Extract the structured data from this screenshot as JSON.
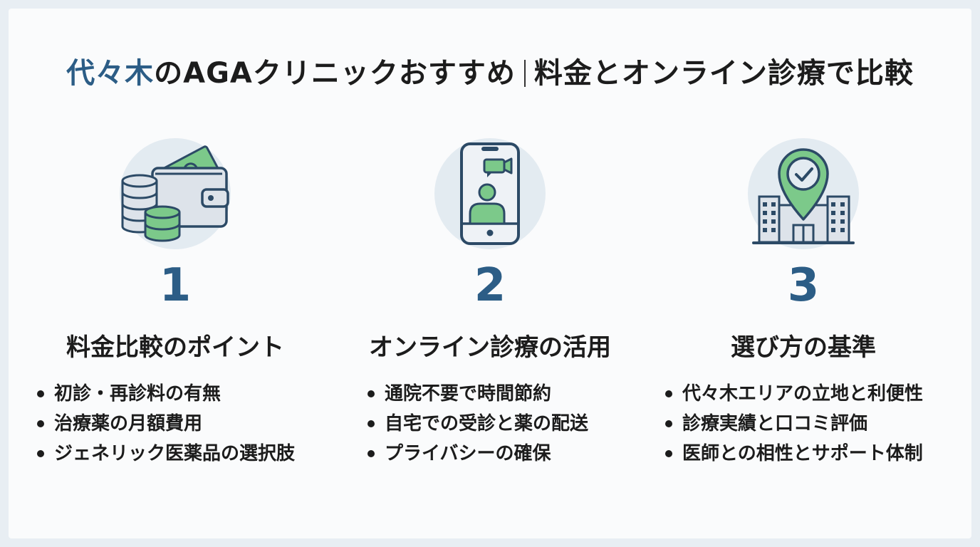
{
  "title": {
    "highlight": "代々木",
    "part1": "のAGAクリニックおすすめ",
    "part2": "料金とオンライン診療で比較"
  },
  "colors": {
    "accent_blue": "#2c5d86",
    "accent_green": "#7cc98a",
    "icon_bg": "#e3ebf1"
  },
  "sections": [
    {
      "number": "1",
      "heading": "料金比較のポイント",
      "icon": "wallet-coins-icon",
      "items": [
        "初診・再診料の有無",
        "治療薬の月額費用",
        "ジェネリック医薬品の選択肢"
      ]
    },
    {
      "number": "2",
      "heading": "オンライン診療の活用",
      "icon": "smartphone-video-call-icon",
      "items": [
        "通院不要で時間節約",
        "自宅での受診と薬の配送",
        "プライバシーの確保"
      ]
    },
    {
      "number": "3",
      "heading": "選び方の基準",
      "icon": "clinic-location-pin-icon",
      "items": [
        "代々木エリアの立地と利便性",
        "診療実績と口コミ評価",
        "医師との相性とサポート体制"
      ]
    }
  ]
}
